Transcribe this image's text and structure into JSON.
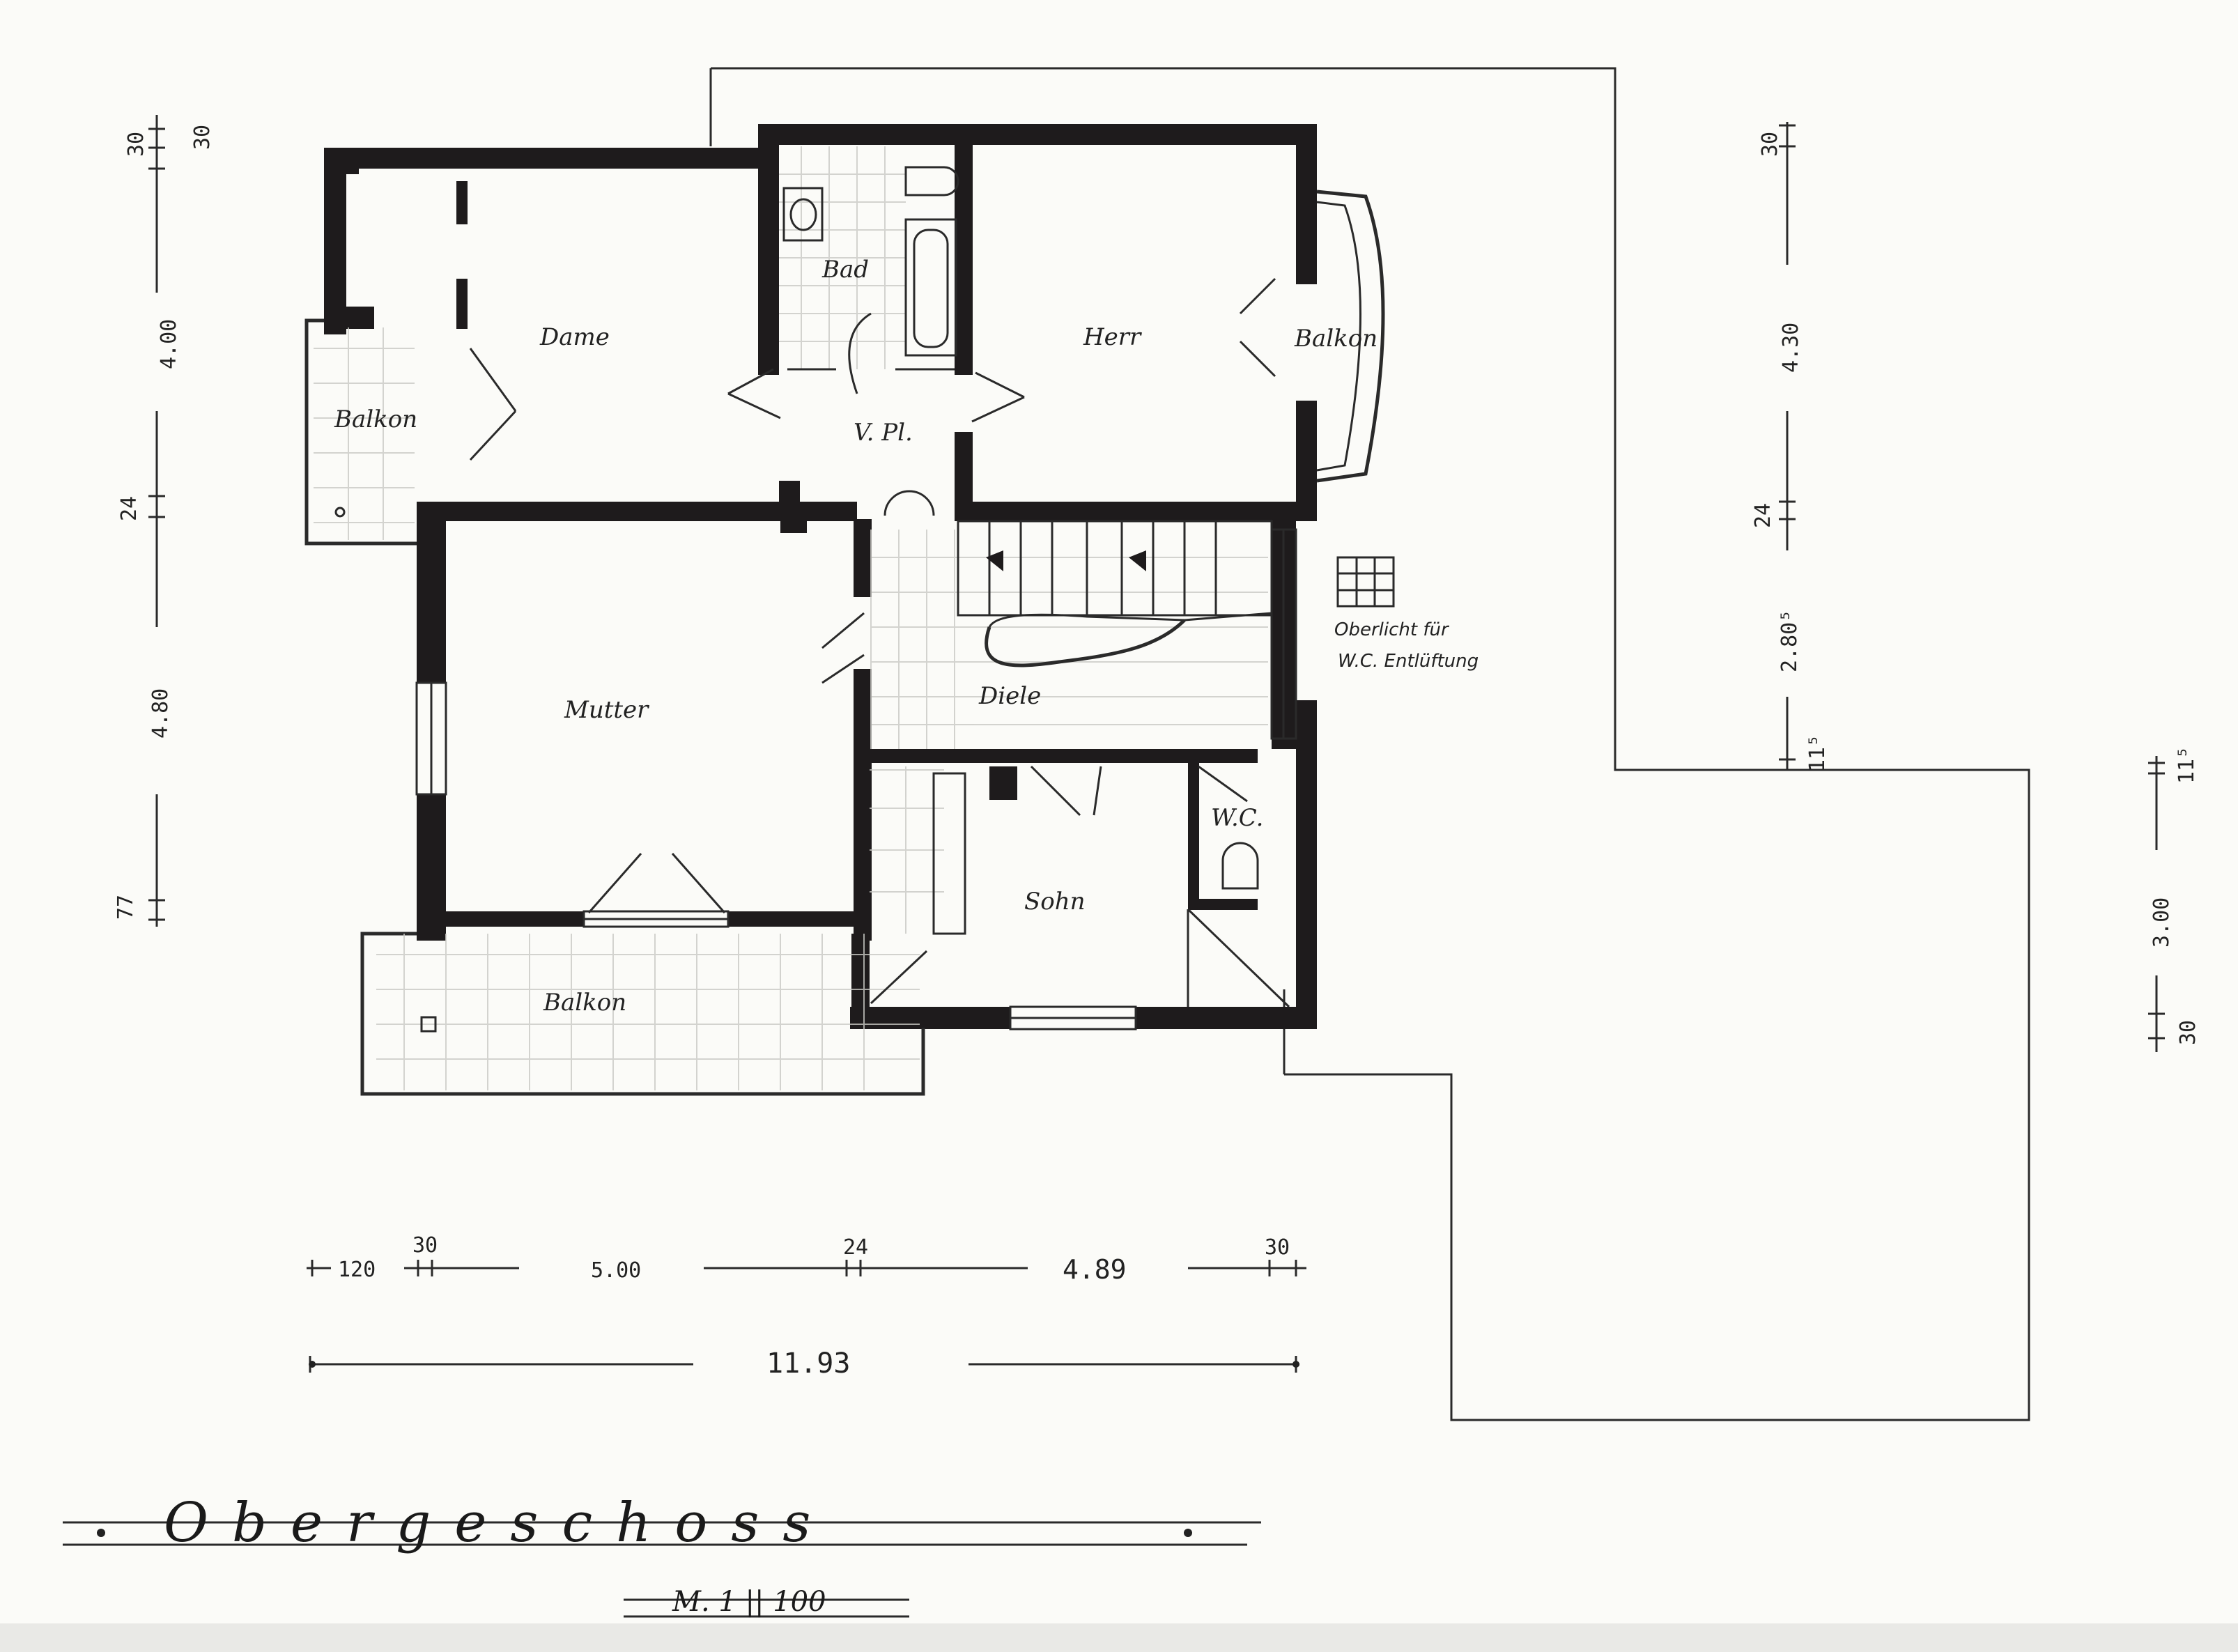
{
  "rooms": {
    "dame": "Dame",
    "bad": "Bad",
    "herr": "Herr",
    "balkon_herr": "Balkon",
    "balkon_dame": "Balkon",
    "vpl": "V. Pl.",
    "mutter": "Mutter",
    "diele": "Diele",
    "wc": "W.C.",
    "sohn": "Sohn",
    "balkon_mutter": "Balkon"
  },
  "notes": {
    "oberlicht_line1": "Oberlicht für",
    "oberlicht_line2": "W.C. Entlüftung"
  },
  "dimensions": {
    "left": {
      "top_30": "30",
      "d_400": "4.00",
      "d_24": "24",
      "d_480": "4.80",
      "d_77": "77"
    },
    "right": {
      "top_30": "30",
      "d_430": "4.30",
      "d_24": "24",
      "d_2805": "2.80⁵",
      "d_115": "11⁵"
    },
    "far_right": {
      "d_115": "11⁵",
      "d_300": "3.00",
      "d_30": "30"
    },
    "bottom": {
      "d_120": "120",
      "d_30a": "30",
      "d_500": "5.00",
      "d_24": "24",
      "d_489": "4.89",
      "d_30b": "30",
      "total": "11.93"
    }
  },
  "title": "Obergeschoss",
  "scale": "M. 1 || 100"
}
